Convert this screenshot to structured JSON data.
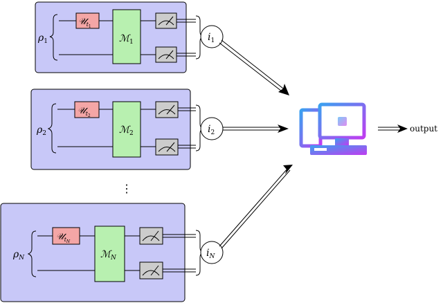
{
  "diagram": {
    "ellipsis": "⋮",
    "output_label": "output",
    "circuits": [
      {
        "rho": "ρ",
        "rho_sub": "1",
        "unitary": "𝒰",
        "unitary_sub": "t",
        "unitary_subsub": "1",
        "measure": "ℳ",
        "measure_sub": "1",
        "index": "i",
        "index_sub": "1"
      },
      {
        "rho": "ρ",
        "rho_sub": "2",
        "unitary": "𝒰",
        "unitary_sub": "t",
        "unitary_subsub": "2",
        "measure": "ℳ",
        "measure_sub": "2",
        "index": "i",
        "index_sub": "2"
      },
      {
        "rho": "ρ",
        "rho_sub": "N",
        "unitary": "𝒰",
        "unitary_sub": "t",
        "unitary_subsub": "N",
        "measure": "ℳ",
        "measure_sub": "N",
        "index": "i",
        "index_sub": "N"
      }
    ],
    "colors": {
      "panel_fill": "#c8c8f8",
      "unitary_fill": "#f4a6a6",
      "measure_fill": "#b8f0b0",
      "meter_fill": "#cccccc",
      "computer_gradient_start": "#3aa0f0",
      "computer_gradient_end": "#c03cf0"
    },
    "icons": [
      "meter-icon",
      "computer-icon"
    ]
  }
}
